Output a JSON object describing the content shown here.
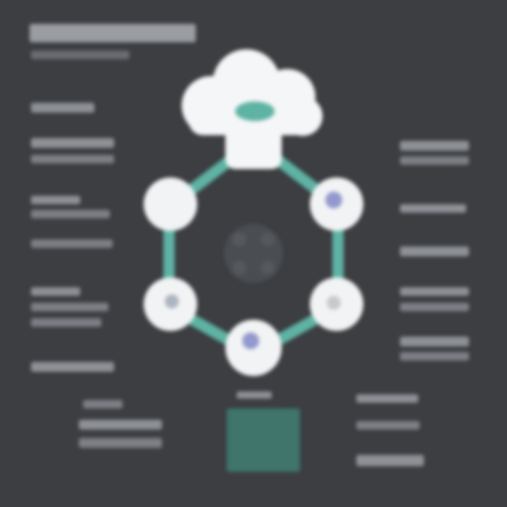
{
  "colors": {
    "background": "#3c3e42",
    "text_placeholder": "#8e9196",
    "text_placeholder_light": "#b4b7bb",
    "accent_teal": "#5fb3a4",
    "accent_teal_dark": "#3e8f80",
    "accent_purple": "#7b82c4",
    "node_fill": "#f2f3f4",
    "cloud_fill": "#f5f6f7"
  },
  "icons": {
    "cloud": "cloud-icon",
    "node": "circle-node-icon",
    "center": "network-hub-icon"
  },
  "diagram": {
    "nodes": [
      {
        "id": "cloud",
        "icon": "cloud-icon"
      },
      {
        "id": "left-upper",
        "icon": "circle-node-icon"
      },
      {
        "id": "right-upper",
        "icon": "circle-node-icon"
      },
      {
        "id": "left-lower",
        "icon": "circle-node-icon"
      },
      {
        "id": "right-lower",
        "icon": "circle-node-icon"
      },
      {
        "id": "bottom",
        "icon": "circle-node-icon"
      }
    ],
    "edges": [
      [
        "cloud",
        "left-upper"
      ],
      [
        "cloud",
        "right-upper"
      ],
      [
        "left-upper",
        "left-lower"
      ],
      [
        "right-upper",
        "right-lower"
      ],
      [
        "left-lower",
        "bottom"
      ],
      [
        "right-lower",
        "bottom"
      ]
    ]
  }
}
